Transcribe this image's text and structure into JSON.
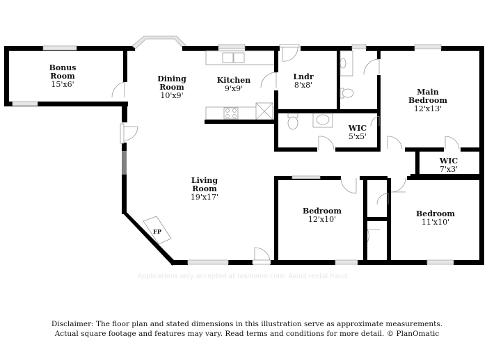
{
  "floorplan": {
    "rooms": [
      {
        "id": "bonus-room",
        "name_line1": "Bonus",
        "name_line2": "Room",
        "dimensions": "15'x6'"
      },
      {
        "id": "dining-room",
        "name_line1": "Dining",
        "name_line2": "Room",
        "dimensions": "10'x9'"
      },
      {
        "id": "kitchen",
        "name_line1": "Kitchen",
        "dimensions": "9'x9'"
      },
      {
        "id": "laundry",
        "name_line1": "Lndr",
        "dimensions": "8'x8'"
      },
      {
        "id": "main-bedroom",
        "name_line1": "Main",
        "name_line2": "Bedroom",
        "dimensions": "12'x13'"
      },
      {
        "id": "wic-main",
        "name_line1": "WIC",
        "dimensions": "5'x5'"
      },
      {
        "id": "wic-small",
        "name_line1": "WIC",
        "dimensions": "7'x3'"
      },
      {
        "id": "living-room",
        "name_line1": "Living",
        "name_line2": "Room",
        "dimensions": "19'x17'"
      },
      {
        "id": "bedroom-2",
        "name_line1": "Bedroom",
        "dimensions": "12'x10'"
      },
      {
        "id": "bedroom-3",
        "name_line1": "Bedroom",
        "dimensions": "11'x10'"
      }
    ],
    "fixtures": {
      "fireplace": "FP"
    }
  },
  "watermark": "Applications only accepted at resihome.com. Avoid rental fraud.",
  "disclaimer": {
    "line1": "Disclaimer: The floor plan and stated dimensions in this illustration serve as approximate measurements.",
    "line2": "Actual square footage and features may vary. Read terms and conditions for more detail. © PlanOmatic"
  }
}
